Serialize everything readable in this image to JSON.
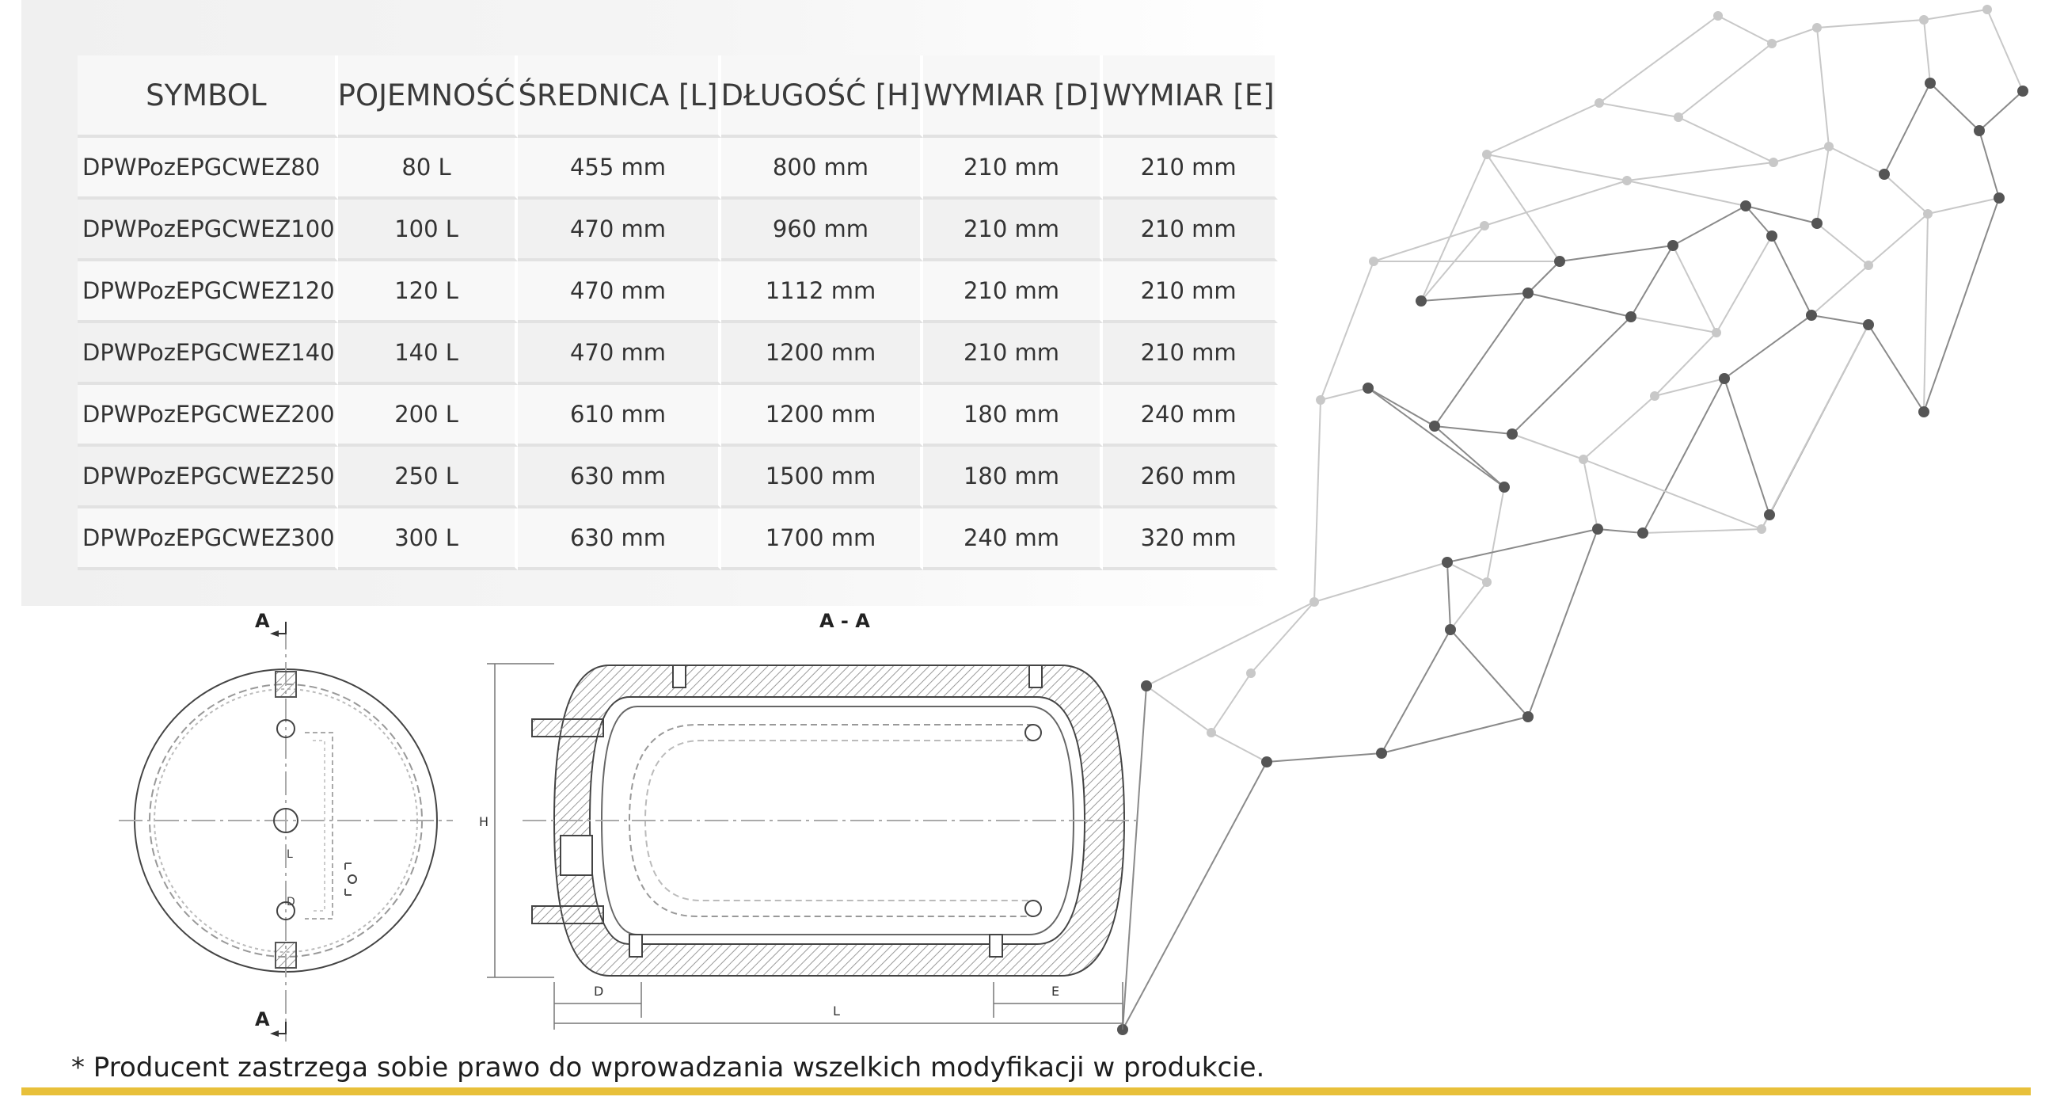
{
  "table": {
    "headers": [
      "SYMBOL",
      "POJEMNOŚĆ",
      "ŚREDNICA [L]",
      "DŁUGOŚĆ [H]",
      "WYMIAR [D]",
      "WYMIAR [E]"
    ],
    "rows": [
      [
        "DPWPozEPGCWEZ80",
        "80 L",
        "455 mm",
        "800 mm",
        "210 mm",
        "210 mm"
      ],
      [
        "DPWPozEPGCWEZ100",
        "100 L",
        "470 mm",
        "960 mm",
        "210 mm",
        "210 mm"
      ],
      [
        "DPWPozEPGCWEZ120",
        "120 L",
        "470 mm",
        "1112 mm",
        "210 mm",
        "210 mm"
      ],
      [
        "DPWPozEPGCWEZ140",
        "140 L",
        "470 mm",
        "1200 mm",
        "210 mm",
        "210 mm"
      ],
      [
        "DPWPozEPGCWEZ200",
        "200 L",
        "610 mm",
        "1200 mm",
        "180 mm",
        "240 mm"
      ],
      [
        "DPWPozEPGCWEZ250",
        "250 L",
        "630 mm",
        "1500 mm",
        "180 mm",
        "260 mm"
      ],
      [
        "DPWPozEPGCWEZ300",
        "300 L",
        "630 mm",
        "1700 mm",
        "240 mm",
        "320 mm"
      ]
    ]
  },
  "drawing": {
    "section_marker_top": "A",
    "section_marker_bottom": "A",
    "section_title": "A - A",
    "dim_h": "H",
    "dim_d": "D",
    "dim_l": "L",
    "dim_e": "E",
    "side_l": "L",
    "side_d": "D"
  },
  "footer": {
    "note": "* Producent zastrzega sobie prawo do wprowadzania wszelkich modyfikacji w produkcie."
  },
  "colors": {
    "accent_line": "#e8c03a",
    "network_dark": "#555555",
    "network_light": "#c8c8c8"
  }
}
